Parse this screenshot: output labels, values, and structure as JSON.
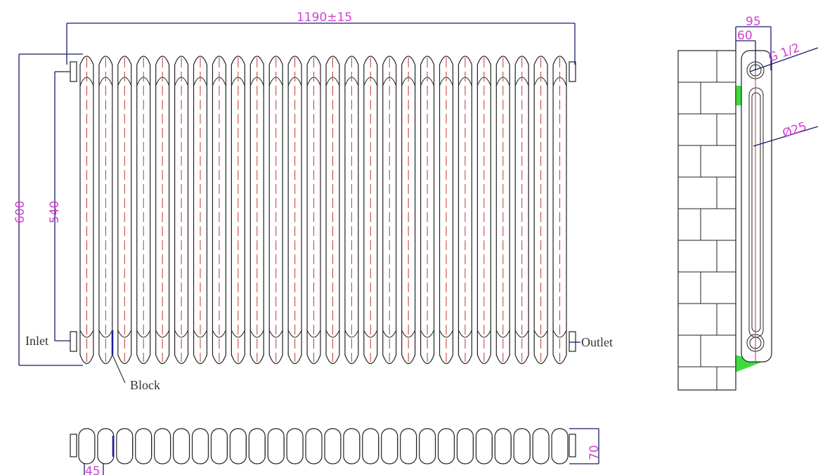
{
  "drawing": {
    "width_dim": "1190±15",
    "height_dim": "600",
    "centers_dim": "540",
    "inlet_label": "Inlet",
    "outlet_label": "Outlet",
    "block_label": "Block",
    "depth_dim": "70",
    "column_pitch_dim": "45",
    "side_total_dim": "95",
    "side_offset_dim": "60",
    "thread_dim": "G 1/2",
    "tube_dim": "Ø25",
    "column_count": 26,
    "colors": {
      "line": "#222222",
      "dimension": "#1a1a6e",
      "text_dim": "#d040d0",
      "center": "#c0392b",
      "bracket": "#3ddc3d"
    }
  }
}
